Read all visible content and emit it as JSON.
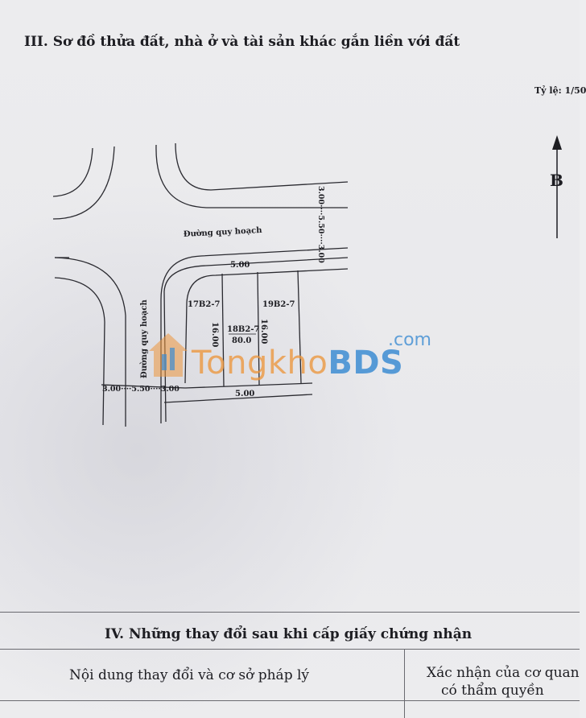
{
  "section3": {
    "title": "III. Sơ đồ thửa đất, nhà ở và tài sản khác gắn liền với đất",
    "scale": "Tỷ lệ: 1/50",
    "north": "B"
  },
  "plan": {
    "road_top": "Đường quy hoạch",
    "road_left": "Đường quy hoạch",
    "dim_right": "3.00····5.50····3.00",
    "dim_bottom_left": "3.00····5.50····3.00",
    "width_top": "5.00",
    "width_bottom": "5.00",
    "lot_left": "17B2-7",
    "lot_center": "18B2-7",
    "lot_center_area": "80.0",
    "lot_right": "19B2-7",
    "depth_left": "16.00",
    "depth_right": "16.00"
  },
  "watermark": {
    "brand_a": "Tongkho",
    "brand_b": "BDS",
    "suffix": ".com"
  },
  "section4": {
    "title": "IV. Những thay đổi sau khi cấp giấy chứng nhận",
    "col1": "Nội dung thay đổi và cơ sở pháp lý",
    "col2_line1": "Xác nhận của cơ quan",
    "col2_line2": "có thẩm quyền"
  },
  "colors": {
    "ink": "#1d1d22",
    "watermark_orange": "#ec963c",
    "watermark_blue": "#3c8cd2"
  }
}
